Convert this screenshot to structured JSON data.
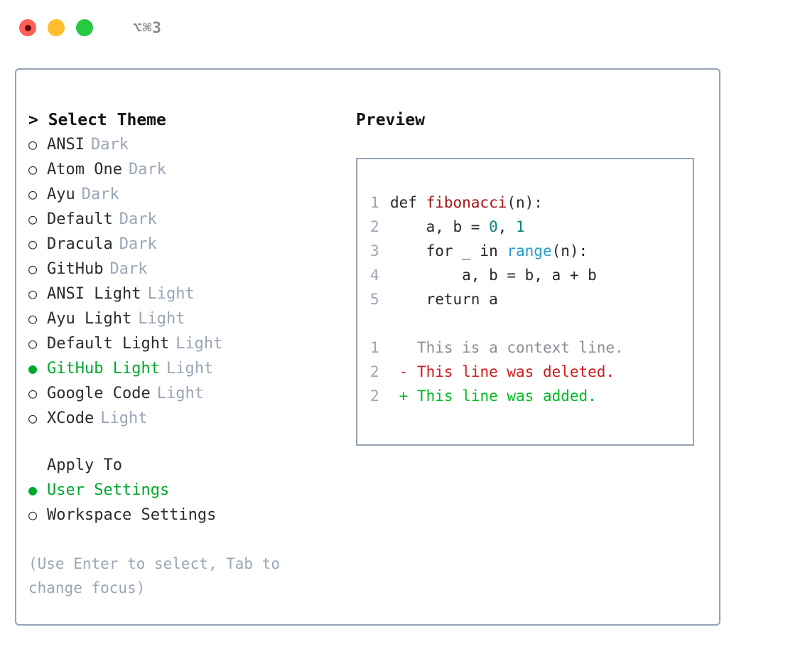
{
  "titlebar": {
    "shortcut": "⌥⌘3",
    "buttons": [
      "close",
      "minimize",
      "maximize"
    ],
    "colors": {
      "close": "#ff5f57",
      "minimize": "#ffbd2e",
      "maximize": "#28c840"
    }
  },
  "theme_picker": {
    "heading": "> Select Theme",
    "marker_unselected": "○",
    "marker_selected": "●",
    "selected_color": "#00a82c",
    "kind_color": "#9aa5b5",
    "items": [
      {
        "label": "ANSI",
        "kind": "Dark",
        "selected": false
      },
      {
        "label": "Atom One",
        "kind": "Dark",
        "selected": false
      },
      {
        "label": "Ayu",
        "kind": "Dark",
        "selected": false
      },
      {
        "label": "Default",
        "kind": "Dark",
        "selected": false
      },
      {
        "label": "Dracula",
        "kind": "Dark",
        "selected": false
      },
      {
        "label": "GitHub",
        "kind": "Dark",
        "selected": false
      },
      {
        "label": "ANSI Light",
        "kind": "Light",
        "selected": false
      },
      {
        "label": "Ayu Light",
        "kind": "Light",
        "selected": false
      },
      {
        "label": "Default Light",
        "kind": "Light",
        "selected": false
      },
      {
        "label": "GitHub Light",
        "kind": "Light",
        "selected": true
      },
      {
        "label": "Google Code",
        "kind": "Light",
        "selected": false
      },
      {
        "label": "XCode",
        "kind": "Light",
        "selected": false
      }
    ]
  },
  "apply_to": {
    "heading": "Apply To",
    "items": [
      {
        "label": "User Settings",
        "selected": true
      },
      {
        "label": "Workspace Settings",
        "selected": false
      }
    ]
  },
  "hint": "(Use Enter to select, Tab to change focus)",
  "preview": {
    "title": "Preview",
    "code_lines": [
      {
        "num": "1",
        "segments": [
          {
            "text": "def ",
            "type": "plain"
          },
          {
            "text": "fibonacci",
            "type": "fn"
          },
          {
            "text": "(n):",
            "type": "plain"
          }
        ]
      },
      {
        "num": "2",
        "segments": [
          {
            "text": "    a, b = ",
            "type": "plain"
          },
          {
            "text": "0",
            "type": "num"
          },
          {
            "text": ", ",
            "type": "plain"
          },
          {
            "text": "1",
            "type": "num"
          }
        ]
      },
      {
        "num": "3",
        "segments": [
          {
            "text": "    for _ in ",
            "type": "plain"
          },
          {
            "text": "range",
            "type": "kw"
          },
          {
            "text": "(n):",
            "type": "plain"
          }
        ]
      },
      {
        "num": "4",
        "segments": [
          {
            "text": "        a, b = b, a + b",
            "type": "plain"
          }
        ]
      },
      {
        "num": "5",
        "segments": [
          {
            "text": "    return a",
            "type": "plain"
          }
        ]
      }
    ],
    "diff_lines": [
      {
        "num": "1",
        "sign": " ",
        "text": "This is a context line.",
        "kind": "context"
      },
      {
        "num": "2",
        "sign": "-",
        "text": "This line was deleted.",
        "kind": "deleted"
      },
      {
        "num": "2",
        "sign": "+",
        "text": "This line was added.",
        "kind": "added"
      }
    ],
    "colors": {
      "function": "#a31515",
      "number": "#0d8484",
      "keyword": "#1f9ccc",
      "context": "#8a8f96",
      "deleted": "#d01b1b",
      "added": "#00bb22",
      "gutter": "#9aa5b5",
      "border": "#94a3b4"
    }
  }
}
